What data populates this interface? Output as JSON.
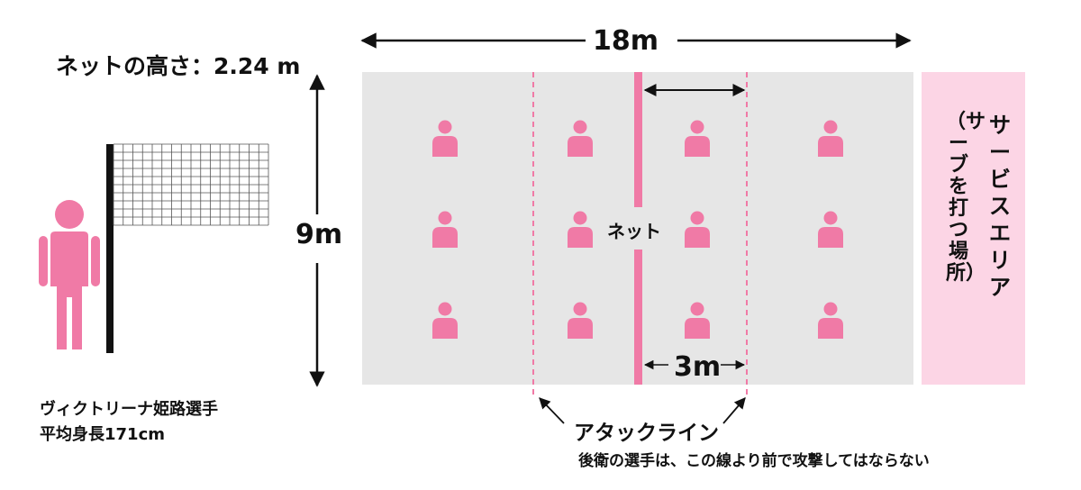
{
  "net_height_label": "ネットの高さ：2.24 m",
  "court": {
    "length_label": "18m",
    "width_label": "9m",
    "net_label": "ネット",
    "attack_zone_label": "3m",
    "player_color": "#f07aa6",
    "court_color": "#e6e6e6",
    "service_area_color": "#fcd5e5"
  },
  "service_area": {
    "title": "サービスエリア",
    "subtitle": "（サーブを打つ場所）"
  },
  "attack_line": {
    "label": "アタックライン",
    "note": "後衛の選手は、この線より前で攻撃してはならない"
  },
  "athlete": {
    "name": "ヴィクトリーナ姫路選手",
    "height": "平均身長171cm"
  },
  "icons": [
    "person-icon",
    "net-icon"
  ]
}
